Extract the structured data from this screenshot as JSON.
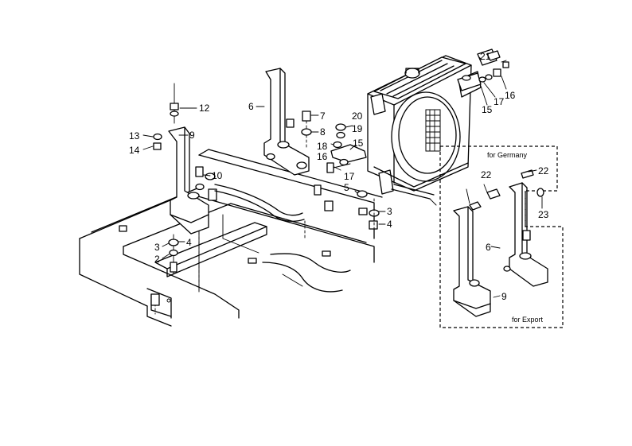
{
  "part_numbers": {
    "n2": "2",
    "n3a": "3",
    "n3b": "3",
    "n4a": "4",
    "n4b": "4",
    "n5": "5",
    "n6a": "6",
    "n6b": "6",
    "n7": "7",
    "n8": "8",
    "n9a": "9",
    "n9b": "9",
    "n10": "10",
    "n12": "12",
    "n13": "13",
    "n14": "14",
    "n15a": "15",
    "n15b": "15",
    "n16a": "16",
    "n16b": "16",
    "n17a": "17",
    "n17b": "17",
    "n18": "18",
    "n19": "19",
    "n20": "20",
    "n21": "21",
    "n22a": "22",
    "n22b": "22",
    "n23": "23"
  },
  "inset": {
    "top_note": "for Germany",
    "bottom_note": "for Export"
  }
}
